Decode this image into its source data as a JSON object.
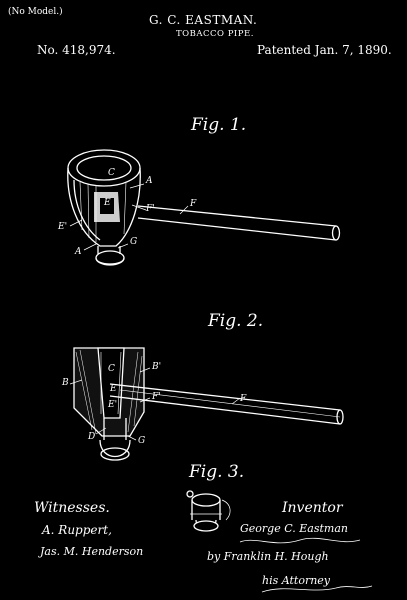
{
  "header": {
    "model_note": "(No Model.)",
    "inventor_name": "G. C. EASTMAN.",
    "invention_title": "TOBACCO PIPE.",
    "patent_number": "No. 418,974.",
    "patent_date": "Patented Jan. 7, 1890."
  },
  "figures": {
    "fig1": {
      "caption": "Fig. 1.",
      "labels": {
        "c": "C",
        "e": "E",
        "a_right": "A",
        "f_prime": "F'",
        "f_stem": "F",
        "e_prime": "E'",
        "a_left": "A",
        "g": "G"
      }
    },
    "fig2": {
      "caption": "Fig. 2.",
      "labels": {
        "c": "C",
        "e": "E",
        "b_left": "B",
        "b_prime": "B'",
        "e_prime": "E'",
        "f_prime": "F'",
        "f_stem": "F",
        "d": "D",
        "g": "G"
      }
    },
    "fig3": {
      "caption": "Fig. 3."
    }
  },
  "footer": {
    "witnesses_heading": "Witnesses.",
    "witness_1": "A. Ruppert,",
    "witness_2": "Jas. M. Henderson",
    "inventor_heading": "Inventor",
    "inventor_signature": "George C. Eastman",
    "attorney_signature": "by Franklin H. Hough",
    "attorney_role": "his Attorney"
  }
}
